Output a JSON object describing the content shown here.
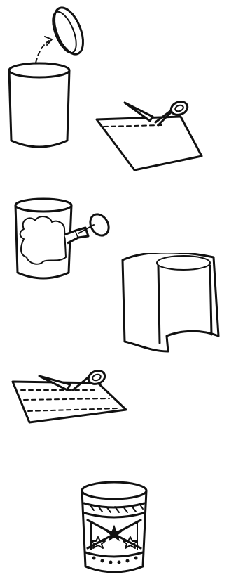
{
  "illustration": {
    "steps": [
      {
        "id": 1,
        "icon": "can-with-lid-removed-icon"
      },
      {
        "id": 2,
        "icon": "scissors-cutting-paper-icon"
      },
      {
        "id": 3,
        "icon": "glue-on-can-icon"
      },
      {
        "id": 4,
        "icon": "paper-wrapped-around-can-icon"
      },
      {
        "id": 5,
        "icon": "scissors-cutting-strips-icon"
      },
      {
        "id": 6,
        "icon": "decorated-can-icon"
      }
    ],
    "colors": {
      "ink": "#111111",
      "background": "#ffffff"
    }
  }
}
